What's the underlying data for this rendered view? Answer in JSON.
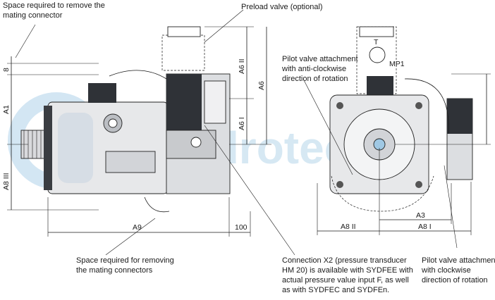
{
  "watermark": {
    "text": "hydrotech",
    "color": "#cfe4f2"
  },
  "annotations": {
    "mating_connector_top_line1": "Space required to remove the",
    "mating_connector_top_line2": "mating connector",
    "preload_valve": "Preload valve (optional)",
    "pilot_anticlockwise_line1": "Pilot valve attachment",
    "pilot_anticlockwise_line2": "with anti-clockwise",
    "pilot_anticlockwise_line3": "direction of rotation",
    "mating_connectors_bottom_line1": "Space required for removing",
    "mating_connectors_bottom_line2": "the mating connectors",
    "connection_x2_line1": "Connection X2 (pressure transducer",
    "connection_x2_line2": "HM 20) is available with SYDFEE with",
    "connection_x2_line3": "actual pressure value input F, as well",
    "connection_x2_line4": "as with SYDFEC and SYDFEn.",
    "pilot_clockwise_line1": "Pilot valve attachment",
    "pilot_clockwise_line2": "with clockwise",
    "pilot_clockwise_line3": "direction of rotation"
  },
  "dimensions": {
    "d8": "8",
    "a1": "A1",
    "a8_iii": "A8 III",
    "a9": "A9",
    "d100": "100",
    "a6_ii": "A6 II",
    "a6_i": "A6 I",
    "a6": "A6",
    "a8_ii": "A8 II",
    "a3": "A3",
    "a8_i": "A8 I"
  },
  "port_labels": {
    "t": "T",
    "mp1": "MP1"
  },
  "colors": {
    "body_fill": "#e7e8ea",
    "body_dark": "#3a3d42",
    "accent": "#9fc8e4"
  }
}
